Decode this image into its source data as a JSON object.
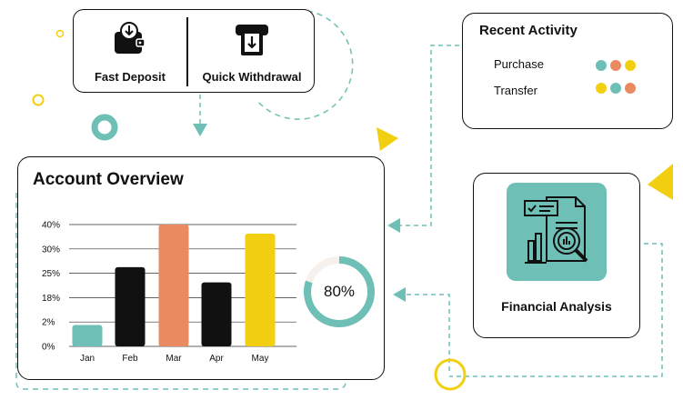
{
  "colors": {
    "teal": "#6ebfb5",
    "coral": "#e98a61",
    "yellow": "#f2d011",
    "black": "#111111"
  },
  "actions": {
    "deposit": {
      "label": "Fast Deposit",
      "icon": "wallet-deposit-icon"
    },
    "withdraw": {
      "label": "Quick Withdrawal",
      "icon": "atm-withdraw-icon"
    }
  },
  "recent_activity": {
    "title": "Recent Activity",
    "items": [
      {
        "label": "Purchase",
        "dots": [
          "#6ebfb5",
          "#e98a61",
          "#f2d011"
        ]
      },
      {
        "label": "Transfer",
        "dots": [
          "#f2d011",
          "#6ebfb5",
          "#e98a61"
        ]
      }
    ]
  },
  "overview": {
    "title": "Account Overview",
    "gauge_percent": 80,
    "gauge_label": "80%"
  },
  "analysis": {
    "label": "Financial Analysis",
    "icon": "report-magnifier-icon"
  },
  "chart_data": {
    "type": "bar",
    "categories": [
      "Jan",
      "Feb",
      "Mar",
      "Apr",
      "May"
    ],
    "values": [
      7,
      26,
      40,
      21,
      37
    ],
    "colors": [
      "#6ebfb5",
      "#111111",
      "#e98a61",
      "#111111",
      "#f2d011"
    ],
    "yticks": [
      "0%",
      "2%",
      "18%",
      "25%",
      "30%",
      "40%"
    ],
    "ylim": [
      0,
      40
    ],
    "grid": true
  }
}
